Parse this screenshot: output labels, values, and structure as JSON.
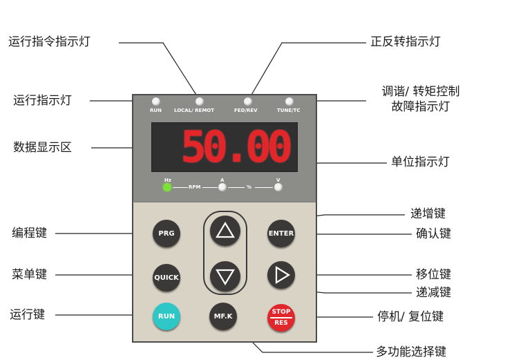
{
  "labels": {
    "run_command_led": "运行指令指示灯",
    "run_led": "运行指示灯",
    "data_display": "数据显示区",
    "prg_key": "编程键",
    "quick_key": "菜单键",
    "run_key": "运行键",
    "fwd_rev_led": "正反转指示灯",
    "tune_fault_led_line1": "调谐/ 转矩控制",
    "tune_fault_led_line2": "故障指示灯",
    "unit_led": "单位指示灯",
    "up_key": "递增键",
    "enter_key": "确认键",
    "shift_key": "移位键",
    "down_key": "递减键",
    "stop_key": "停机/ 复位键",
    "mfk_key": "多功能选择键"
  },
  "panel": {
    "leds": [
      "RUN",
      "LOCAL/ REMOT",
      "FED/REV",
      "TUNE/TC"
    ],
    "display_value": "50.00",
    "units": [
      "Hz",
      "RPM",
      "A",
      "%",
      "V"
    ],
    "keys": {
      "prg": "PRG",
      "quick": "QUICK",
      "run": "RUN",
      "enter": "ENTER",
      "mfk": "MF.K",
      "stop_top": "STOP",
      "stop_bottom": "RES"
    }
  },
  "colors": {
    "display_digits": "#e2262a",
    "run_key": "#2fc6c6",
    "stop_key": "#e0282c",
    "hz_led": "#7de03a"
  }
}
